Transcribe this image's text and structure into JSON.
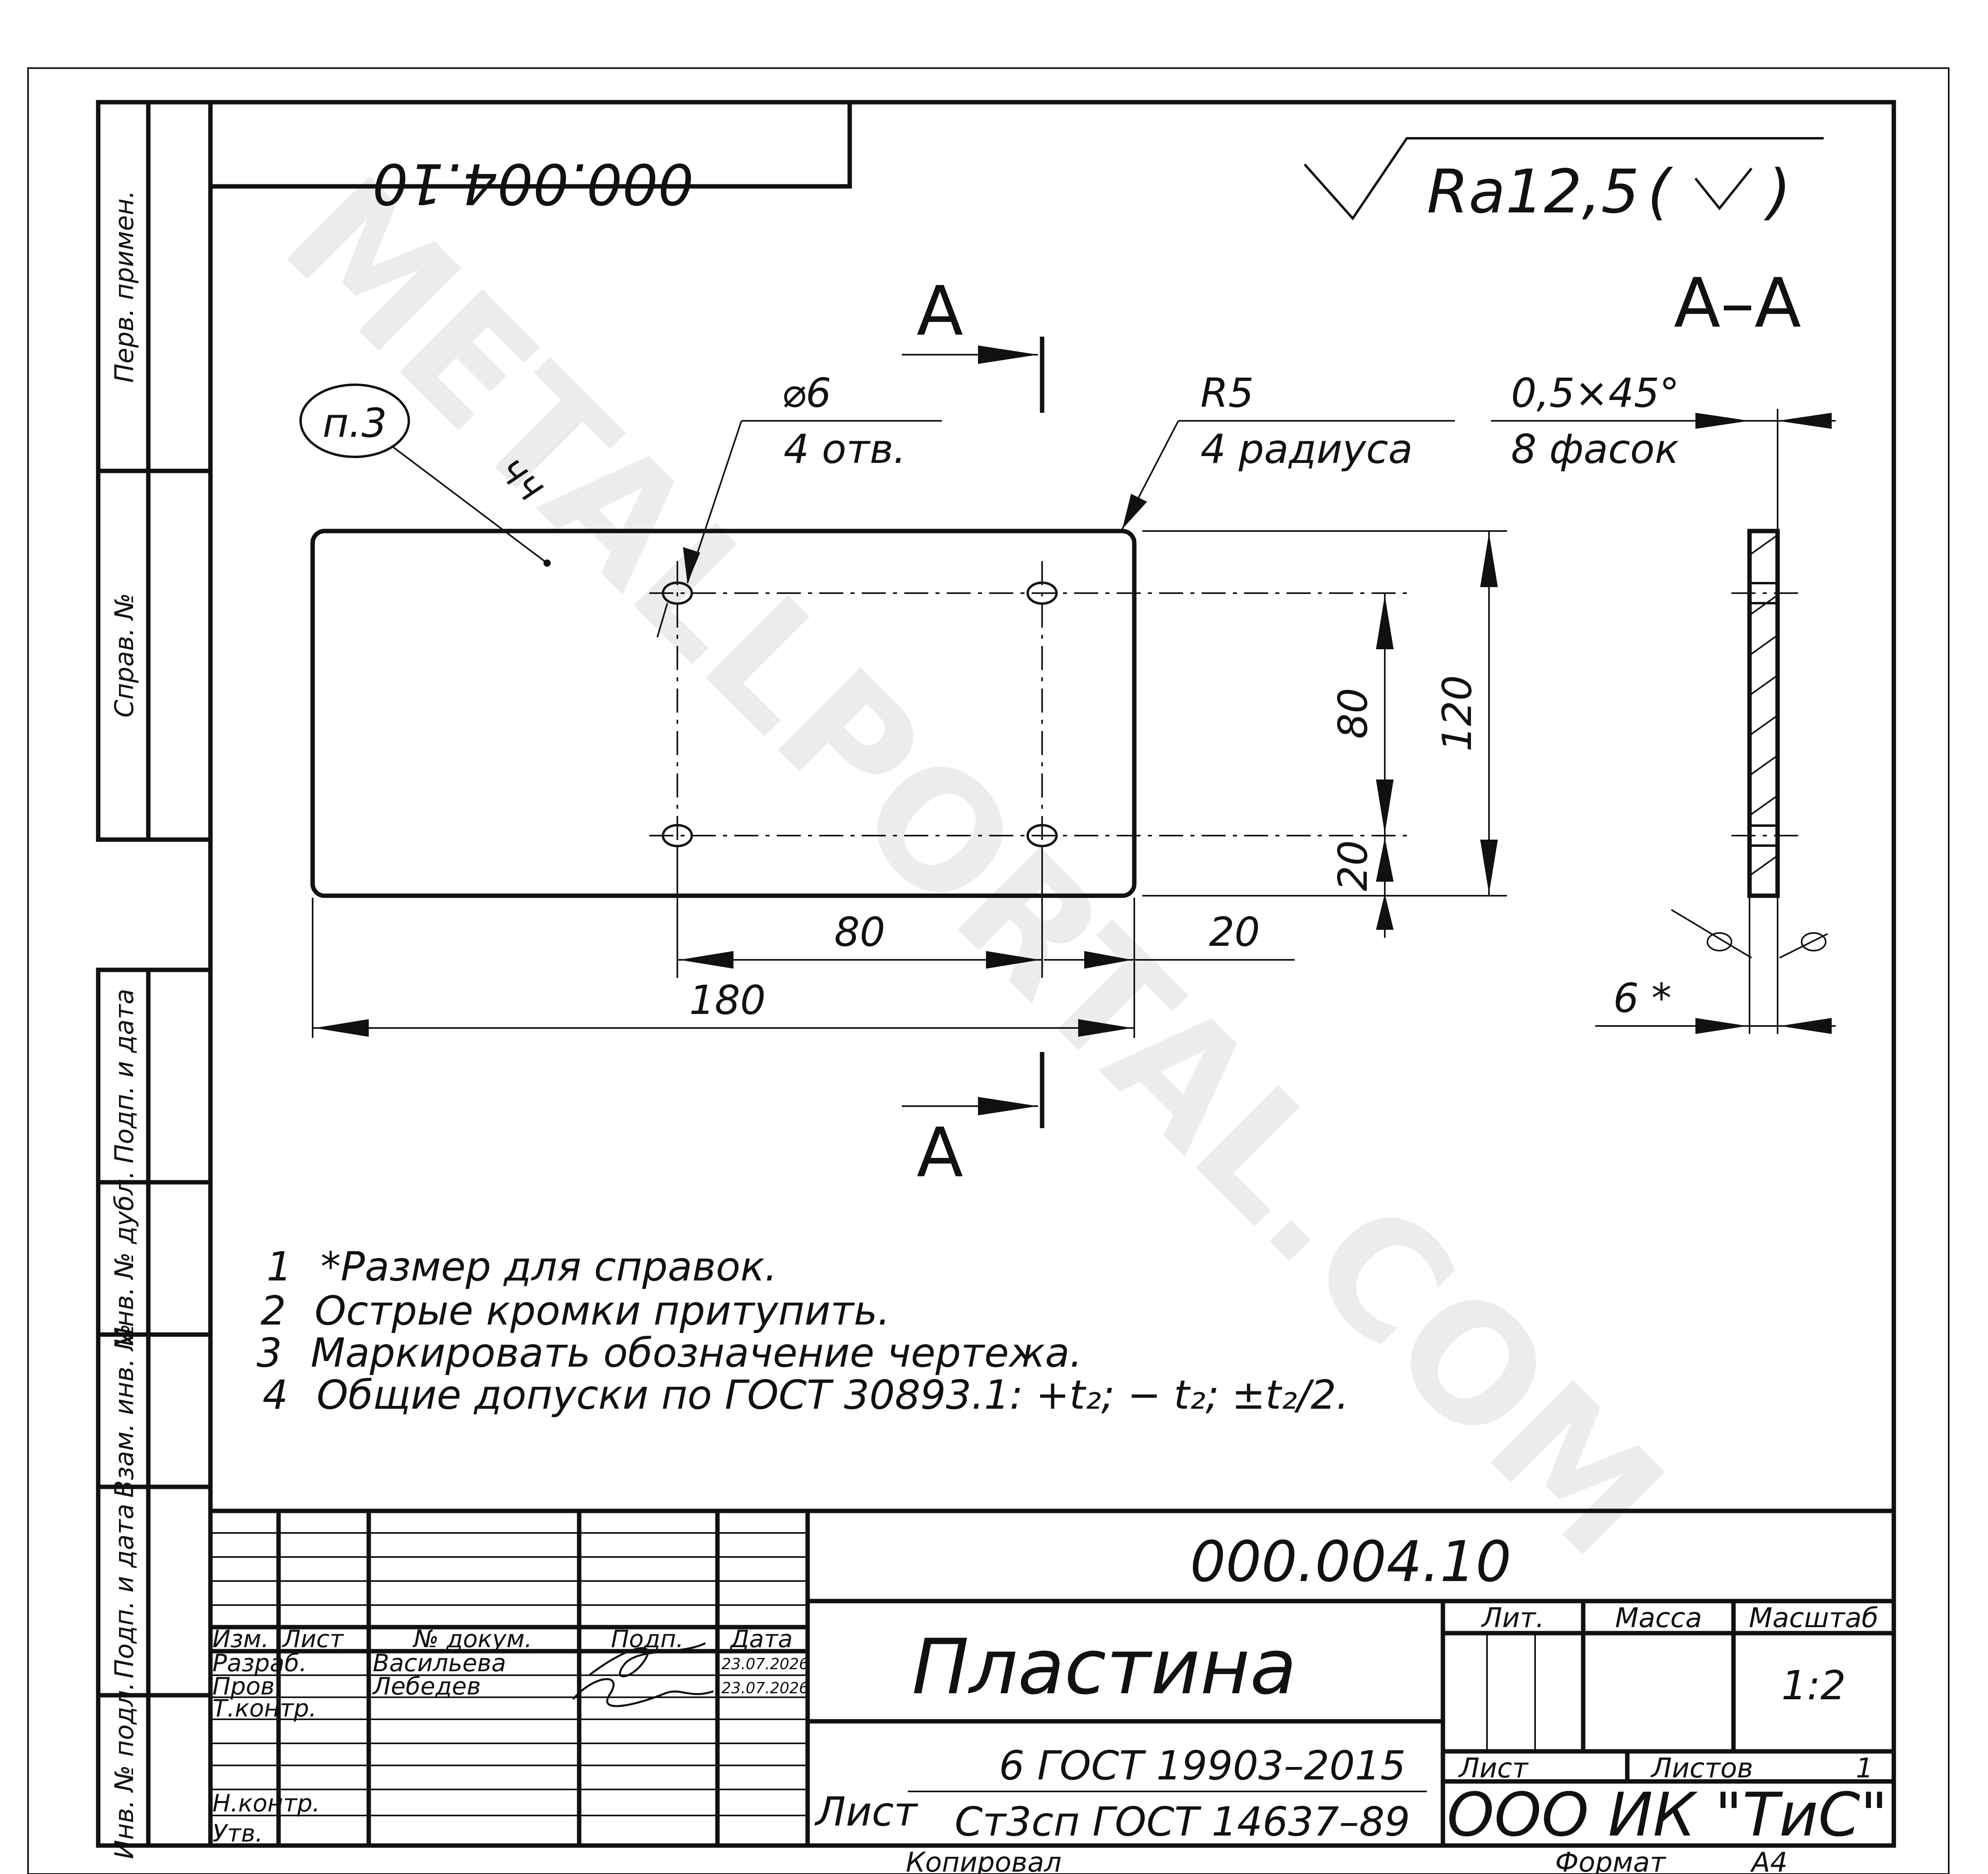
{
  "drawing_number": "000.004.10",
  "drawing_number_mirrored": "000.004.10",
  "roughness": {
    "general": "Ra12,5",
    "paren": "(",
    "paren_close": ")"
  },
  "section": {
    "label": "А–А",
    "cut_top": "А",
    "cut_bottom": "А"
  },
  "callouts": {
    "item_ref": "п.3",
    "ref_tag": "ЧЧ",
    "holes_dia": "⌀6",
    "holes_count": "4 отв.",
    "radius": "R5",
    "radius_count": "4 радиуса",
    "chamfer": "0,5×45°",
    "chamfer_count": "8 фасок"
  },
  "dimensions": {
    "d80_vertical": "80",
    "d120": "120",
    "d20_vertical": "20",
    "d80_horizontal": "80",
    "d20_horizontal": "20",
    "d180": "180",
    "thickness": "6 *"
  },
  "notes": [
    {
      "num": "1",
      "text": "*Размер для справок."
    },
    {
      "num": "2",
      "text": "Острые кромки притупить."
    },
    {
      "num": "3",
      "text": "Маркировать обозначение чертежа."
    },
    {
      "num": "4",
      "text": "Общие допуски по ГОСТ 30893.1: +t₂; − t₂; ±t₂/2."
    }
  ],
  "side_strip": {
    "perv_primen": "Перв. примен.",
    "sprav_no": "Справ. №",
    "podp_data_1": "Подп. и дата",
    "inv_dubl": "Инв. № дубл.",
    "vzam_inv": "Взам. инв. №",
    "podp_data_2": "Подп. и дата",
    "inv_podl": "Инв. № подл."
  },
  "title_block": {
    "headers": {
      "izm": "Изм.",
      "list": "Лист",
      "doc_no": "№ докум.",
      "podp": "Подп.",
      "data": "Дата"
    },
    "roles": {
      "razrab": "Разраб.",
      "prov": "Пров.",
      "tkontr": "Т.контр.",
      "nkontr": "Н.контр.",
      "utv": "Утв."
    },
    "razrab_name": "Васильева",
    "razrab_date": "23.07.2026",
    "prov_name": "Лебедев",
    "prov_date": "23.07.2026",
    "part_name": "Пластина",
    "lit": "Лит.",
    "massa": "Масса",
    "masshtab": "Масштаб",
    "scale": "1:2",
    "sheet": "Лист",
    "sheets": "Листов",
    "sheets_count": "1",
    "material_prefix": "Лист",
    "material_top": "6 ГОСТ 19903–2015",
    "material_bottom": "Ст3сп ГОСТ 14637–89",
    "company": "ООО ИК \"ТиС\"",
    "copied": "Копировал",
    "format": "Формат",
    "format_value": "А4"
  },
  "watermark": "METALLPORTAL.COM"
}
